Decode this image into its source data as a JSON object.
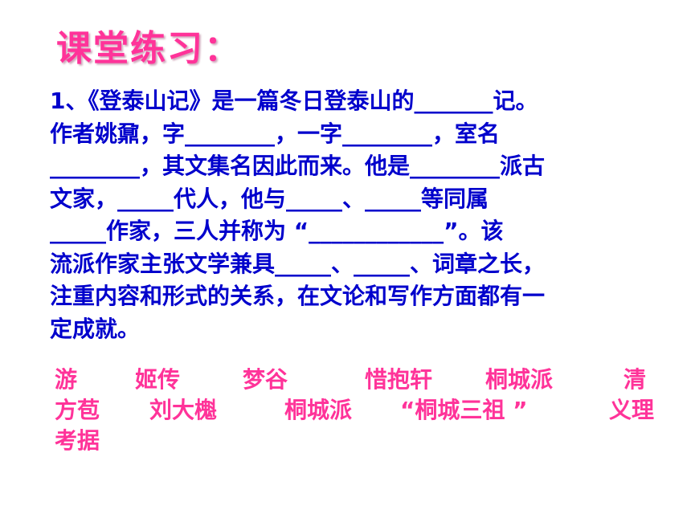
{
  "slide": {
    "title": "课堂练习：",
    "question": {
      "lines": [
        "1、《登泰山记》是一篇冬日登泰山的_______记。",
        "作者姚鼐，字________，一字________，室名",
        "________，其文集名因此而来。他是________派古",
        "文家，_____代人，他与_____、_____等同属",
        "_____作家，三人并称为 “____________”。该",
        "流派作家主张文学兼具_____、_____、词章之长，",
        "注重内容和形式的关系，在文论和写作方面都有一",
        "定成就。"
      ]
    },
    "answers": {
      "row1": [
        "游",
        "姬传",
        "梦谷",
        "惜抱轩",
        "桐城派",
        "清"
      ],
      "row2": [
        "方苞",
        "刘大櫆",
        "桐城派",
        "“桐城三祖 ”",
        "义理"
      ],
      "row3": [
        "考据"
      ]
    },
    "colors": {
      "title": "#ff3399",
      "question_text": "#0000cc",
      "answer_text": "#ff3399",
      "background": "#ffffff"
    }
  }
}
